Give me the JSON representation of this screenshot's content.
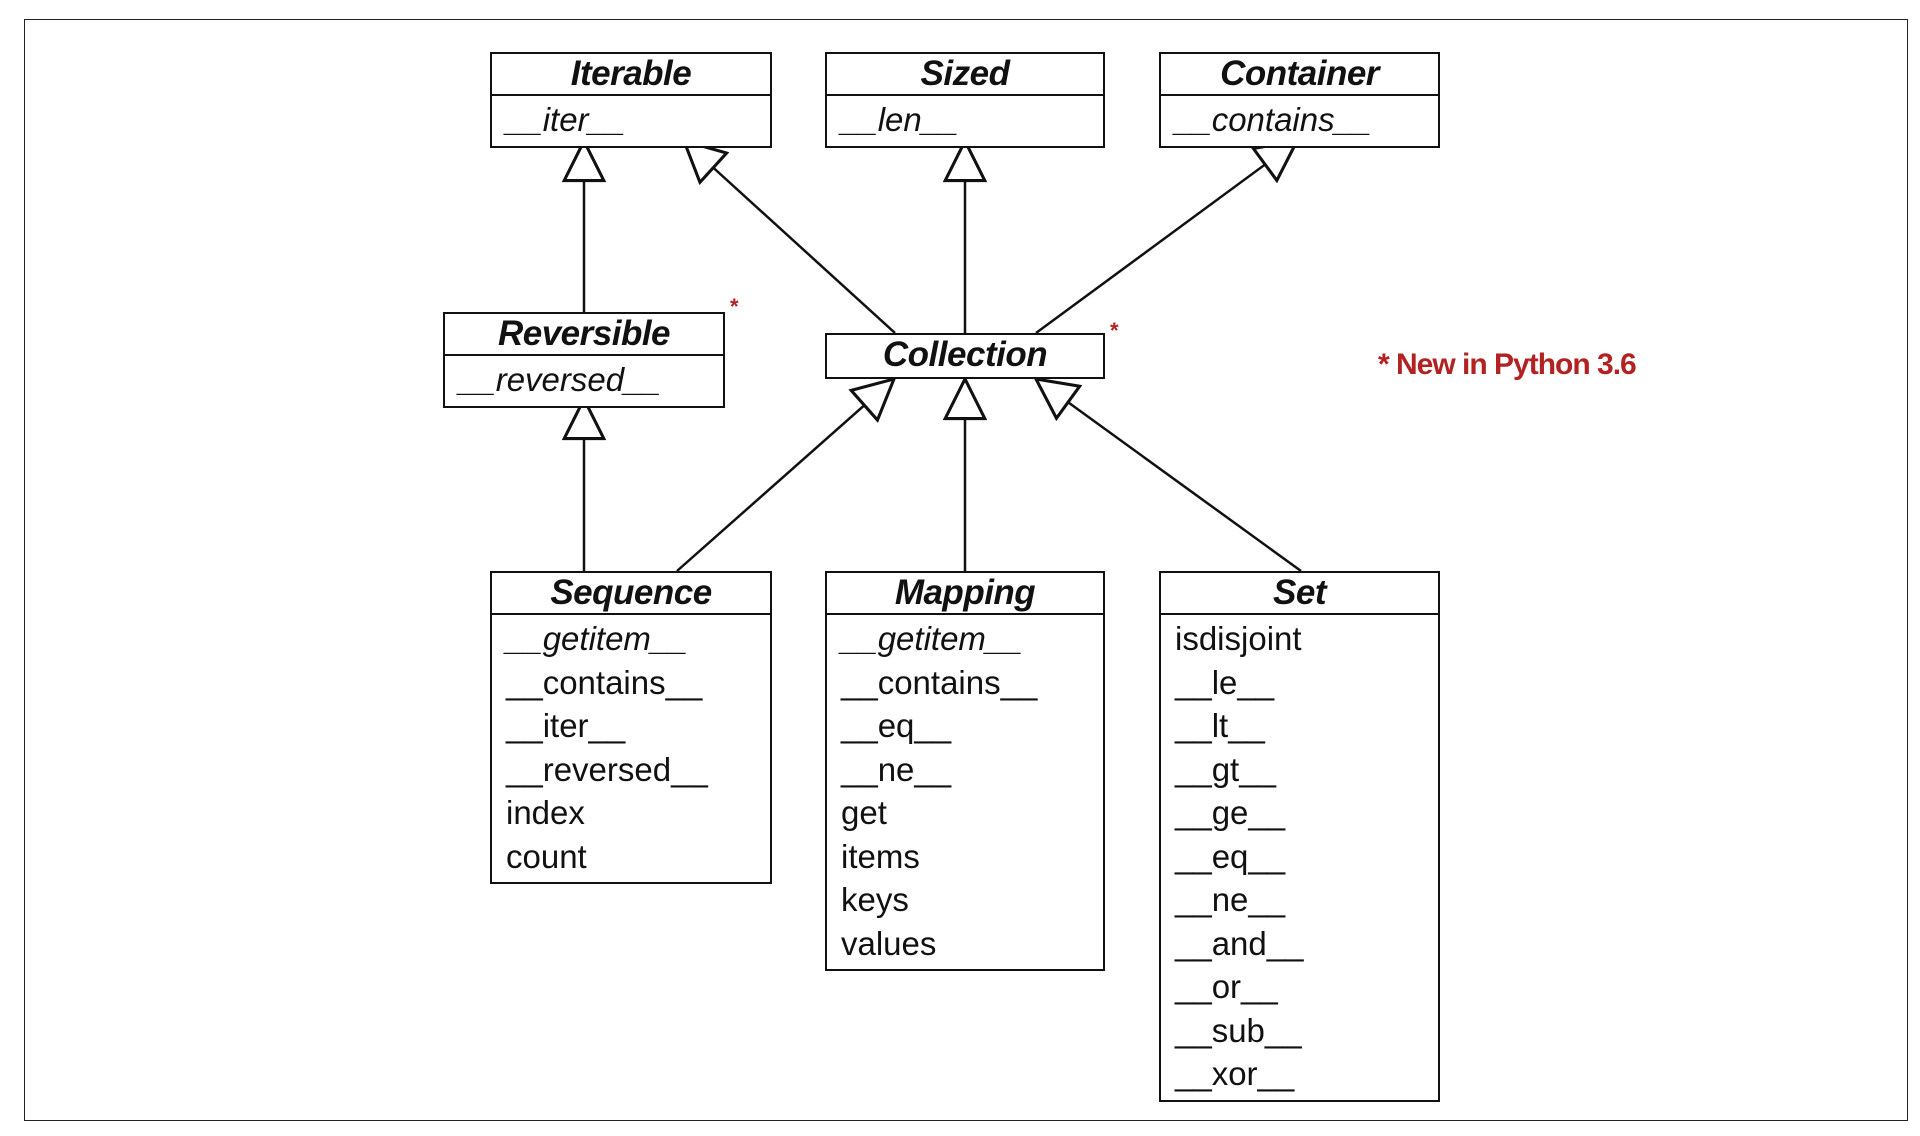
{
  "boxes": {
    "iterable": {
      "title": "Iterable",
      "methods": [
        {
          "name": "__iter__",
          "abstract": true
        }
      ]
    },
    "sized": {
      "title": "Sized",
      "methods": [
        {
          "name": "__len__",
          "abstract": true
        }
      ]
    },
    "container": {
      "title": "Container",
      "methods": [
        {
          "name": "__contains__",
          "abstract": true
        }
      ]
    },
    "reversible": {
      "title": "Reversible",
      "methods": [
        {
          "name": "__reversed__",
          "abstract": true
        }
      ]
    },
    "collection": {
      "title": "Collection",
      "methods": []
    },
    "sequence": {
      "title": "Sequence",
      "methods": [
        {
          "name": "__getitem__",
          "abstract": true
        },
        {
          "name": "__contains__",
          "abstract": false
        },
        {
          "name": "__iter__",
          "abstract": false
        },
        {
          "name": "__reversed__",
          "abstract": false
        },
        {
          "name": "index",
          "abstract": false
        },
        {
          "name": "count",
          "abstract": false
        }
      ]
    },
    "mapping": {
      "title": "Mapping",
      "methods": [
        {
          "name": "__getitem__",
          "abstract": true
        },
        {
          "name": "__contains__",
          "abstract": false
        },
        {
          "name": "__eq__",
          "abstract": false
        },
        {
          "name": "__ne__",
          "abstract": false
        },
        {
          "name": "get",
          "abstract": false
        },
        {
          "name": "items",
          "abstract": false
        },
        {
          "name": "keys",
          "abstract": false
        },
        {
          "name": "values",
          "abstract": false
        }
      ]
    },
    "set": {
      "title": "Set",
      "methods": [
        {
          "name": "isdisjoint",
          "abstract": false
        },
        {
          "name": "__le__",
          "abstract": false
        },
        {
          "name": "__lt__",
          "abstract": false
        },
        {
          "name": "__gt__",
          "abstract": false
        },
        {
          "name": "__ge__",
          "abstract": false
        },
        {
          "name": "__eq__",
          "abstract": false
        },
        {
          "name": "__ne__",
          "abstract": false
        },
        {
          "name": "__and__",
          "abstract": false
        },
        {
          "name": "__or__",
          "abstract": false
        },
        {
          "name": "__sub__",
          "abstract": false
        },
        {
          "name": "__xor__",
          "abstract": false
        }
      ]
    }
  },
  "new_marker": "*",
  "note": "* New in Python 3.6",
  "colors": {
    "accent": "#b22222",
    "line": "#111111"
  }
}
